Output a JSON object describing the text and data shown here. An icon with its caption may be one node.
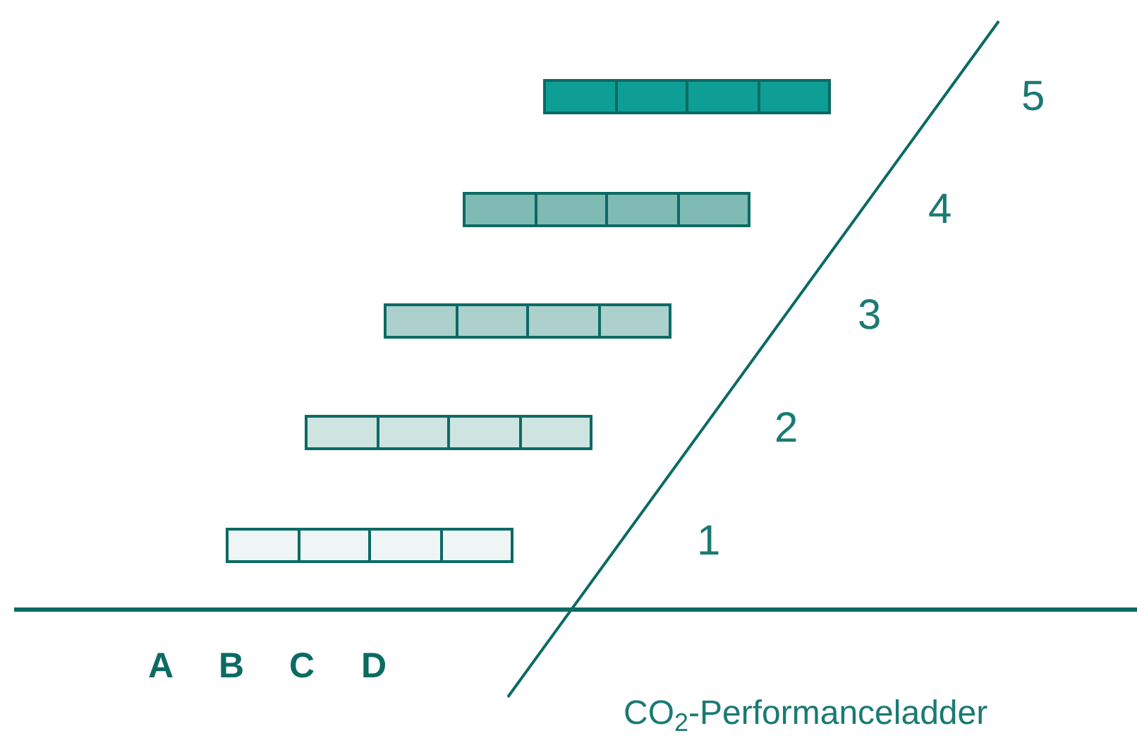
{
  "diagram": {
    "caption": "CO$_{2}$-Performanceladder",
    "nodes": [
      {
        "text": [],
        "shape": "bar"
      },
      {
        "text": [],
        "shape": "bar"
      },
      {
        "text": [],
        "shape": "bar"
      },
      {
        "text": [],
        "shape": "bar"
      },
      {
        "text": [],
        "shape": "bar"
      }
    ],
    "labels": [
      "5",
      "4",
      "3",
      "2",
      "1",
      "A",
      "B",
      "C",
      "D"
    ]
  }
}
